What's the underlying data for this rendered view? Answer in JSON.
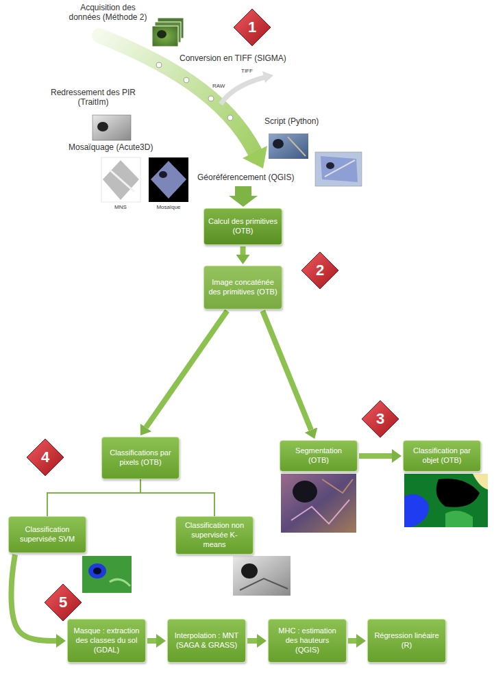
{
  "diagram": {
    "nodes": [
      {
        "text": [
          "1"
        ]
      },
      {
        "text": [
          "Calcul des primitives (OTB)"
        ]
      },
      {
        "text": [
          "2"
        ]
      },
      {
        "text": [
          "Image concaténée des primitives (OTB)"
        ]
      },
      {
        "text": [
          "3"
        ]
      },
      {
        "text": [
          "Segmentation (OTB)"
        ]
      },
      {
        "text": [
          "Classification par objet (OTB)"
        ]
      },
      {
        "text": [
          "4"
        ]
      },
      {
        "text": [
          "Classifications par pixels (OTB)"
        ]
      },
      {
        "text": [
          "Classification supervisée SVM"
        ]
      },
      {
        "text": [
          "Classification non supervisée K-means"
        ]
      },
      {
        "text": [
          "5"
        ]
      },
      {
        "text": [
          "Masque : extraction des classes du sol (GDAL)"
        ]
      },
      {
        "text": [
          "Interpolation : MNT (SAGA & GRASS)"
        ]
      },
      {
        "text": [
          "MHC : estimation des hauteurs (QGIS)"
        ]
      },
      {
        "text": [
          "Régression linéaire (R)"
        ]
      }
    ],
    "edges": [
      {
        "from": 1,
        "to": 3,
        "arrow": "to"
      },
      {
        "from": 3,
        "to": 8,
        "arrow": "to"
      },
      {
        "from": 3,
        "to": 5,
        "arrow": "to"
      },
      {
        "from": 5,
        "to": 6,
        "arrow": "to"
      },
      {
        "from": 8,
        "to": 9,
        "arrow": "none"
      },
      {
        "from": 8,
        "to": 10,
        "arrow": "none"
      },
      {
        "from": 9,
        "to": 12,
        "arrow": "to"
      },
      {
        "from": 12,
        "to": 13,
        "arrow": "to"
      },
      {
        "from": 13,
        "to": 14,
        "arrow": "to"
      },
      {
        "from": 14,
        "to": 15,
        "arrow": "to"
      }
    ],
    "labels": [
      "Acquisition des données (Méthode 2)",
      "Conversion en TIFF (SIGMA)",
      "RAW",
      "TIFF",
      "Redressement des PIR (TraitIm)",
      "Script (Python)",
      "Mosaïquage (Acute3D)",
      "MNS",
      "Mosaïque",
      "Géoréférencement (QGIS)"
    ]
  }
}
